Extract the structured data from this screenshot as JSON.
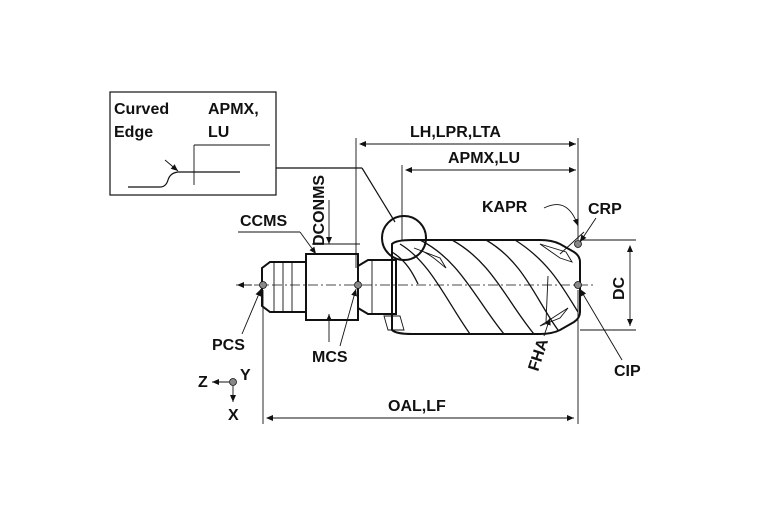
{
  "labels": {
    "inset_curved": "Curved",
    "inset_edge": "Edge",
    "inset_apmx": "APMX,",
    "inset_lu": "LU",
    "dconms": "DCONMS",
    "lh_lpr_lta": "LH,LPR,LTA",
    "apmx_lu": "APMX,LU",
    "kapr": "KAPR",
    "crp": "CRP",
    "ccms": "CCMS",
    "dc": "DC",
    "pcs": "PCS",
    "mcs": "MCS",
    "fha": "FHA",
    "cip": "CIP",
    "axis_z": "Z",
    "axis_y": "Y",
    "axis_x": "X",
    "oal_lf": "OAL,LF"
  },
  "colors": {
    "line": "#111111",
    "flute_fill": "#9a9a9a",
    "body_fill": "#ffffff"
  }
}
